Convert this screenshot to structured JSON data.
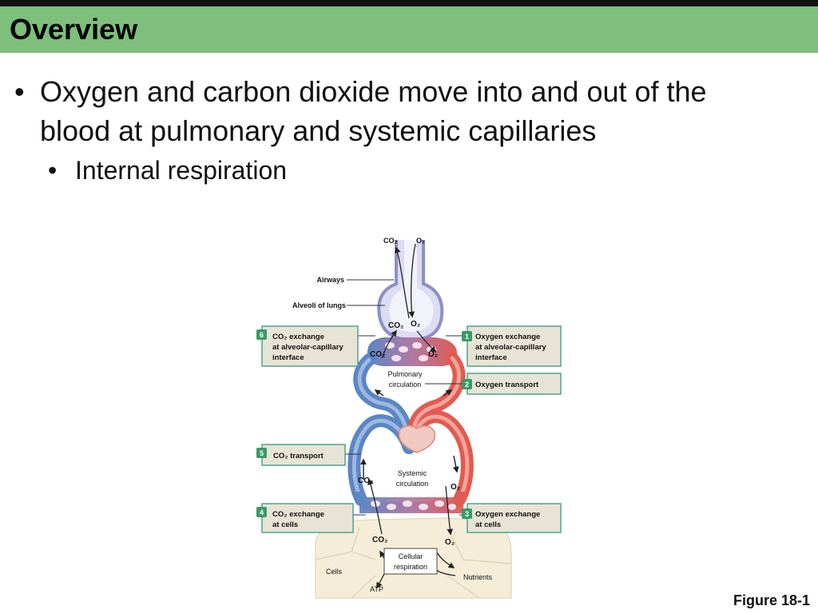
{
  "header": {
    "title": "Overview"
  },
  "bullets": {
    "main": "Oxygen and carbon dioxide move into and out of the blood at pulmonary and systemic capillaries",
    "sub": "Internal respiration"
  },
  "diagram": {
    "top_co2": "CO₂",
    "top_o2": "O₂",
    "airways": "Airways",
    "alveoli": "Alveoli of lungs",
    "alv_co2": "CO₂",
    "alv_o2": "O₂",
    "pul_co2": "CO₂",
    "pul_o2": "O₂",
    "pulmonary_line1": "Pulmonary",
    "pulmonary_line2": "circulation",
    "systemic_line1": "Systemic",
    "systemic_line2": "circulation",
    "sys_co2": "CO₂",
    "sys_o2": "O₂",
    "cell_co2": "CO₂",
    "cell_o2": "O₂",
    "cellular_line1": "Cellular",
    "cellular_line2": "respiration",
    "cells": "Cells",
    "atp": "ATP",
    "nutrients": "Nutrients",
    "steps": [
      {
        "num": "1",
        "line1": "Oxygen exchange",
        "line2": "at alveolar-capillary",
        "line3": "interface"
      },
      {
        "num": "2",
        "line1": "Oxygen transport"
      },
      {
        "num": "3",
        "line1": "Oxygen exchange",
        "line2": "at cells"
      },
      {
        "num": "4",
        "line1": "CO₂ exchange",
        "line2": "at cells"
      },
      {
        "num": "5",
        "line1": "CO₂ transport"
      },
      {
        "num": "6",
        "line1": "CO₂ exchange",
        "line2": "at alveolar-capillary",
        "line3": "interface"
      }
    ],
    "colors": {
      "oxygenated": "#e25a4f",
      "deoxygenated": "#5b86c5",
      "box_fill": "#e7e4d6",
      "box_border": "#4da58e",
      "badge": "#3a9a66"
    }
  },
  "figure_label": "Figure 18-1"
}
